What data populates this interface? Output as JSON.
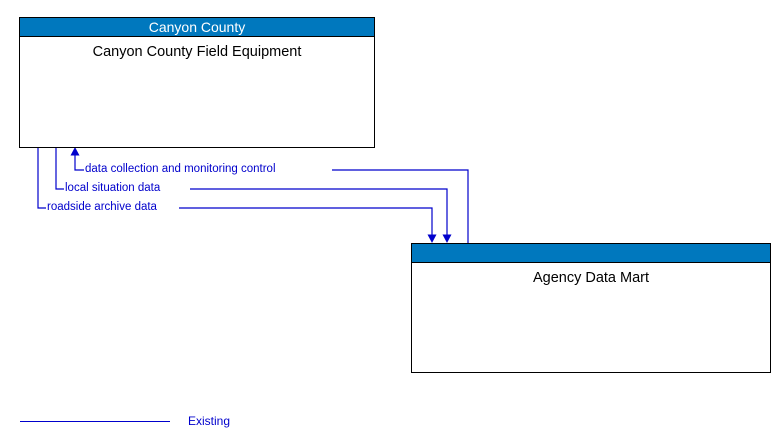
{
  "diagram": {
    "type": "architecture-flow-diagram",
    "background_color": "#ffffff",
    "header_color": "#0078BE",
    "flow_color": "#0000CC",
    "border_color": "#000000"
  },
  "entities": [
    {
      "id": "canyon-county-field-equipment",
      "header": "Canyon County",
      "title": "Canyon County Field Equipment"
    },
    {
      "id": "agency-data-mart",
      "header": "",
      "title": "Agency Data Mart"
    }
  ],
  "flows": [
    {
      "label": "data collection and monitoring control",
      "from": "agency-data-mart",
      "to": "canyon-county-field-equipment",
      "direction": "up"
    },
    {
      "label": "local situation data",
      "from": "canyon-county-field-equipment",
      "to": "agency-data-mart",
      "direction": "down"
    },
    {
      "label": "roadside archive data",
      "from": "canyon-county-field-equipment",
      "to": "agency-data-mart",
      "direction": "down"
    }
  ],
  "legend": {
    "items": [
      {
        "label": "Existing",
        "style": "solid-line",
        "color": "#0000CC"
      }
    ]
  }
}
